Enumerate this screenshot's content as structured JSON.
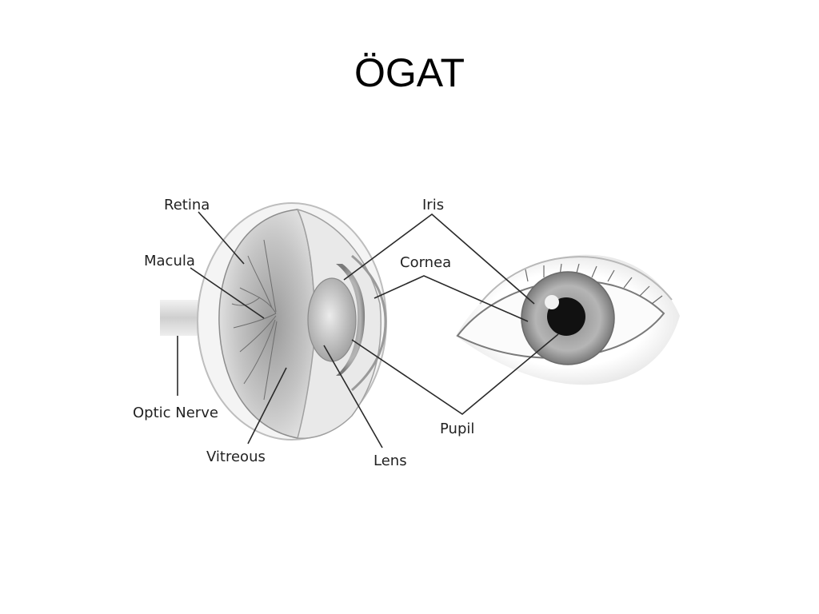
{
  "slide": {
    "title": "ÖGAT"
  },
  "labels": {
    "retina": "Retina",
    "macula": "Macula",
    "optic_nerve": "Optic Nerve",
    "vitreous": "Vitreous",
    "iris": "Iris",
    "cornea": "Cornea",
    "pupil": "Pupil",
    "lens": "Lens"
  }
}
